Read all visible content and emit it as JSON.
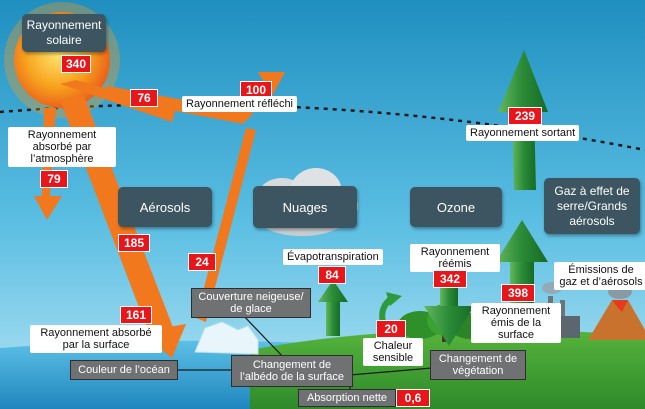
{
  "sun": {
    "title": "Rayonnement solaire",
    "value": "340"
  },
  "reflected": {
    "label": "Rayonnement réfléchi",
    "value_total": "100",
    "value_atmos": "76",
    "value_surface": "24"
  },
  "atmos_absorbed": {
    "label": "Rayonnement absorbé par l’atmosphère",
    "value": "79"
  },
  "to_surface": {
    "value": "185"
  },
  "surface_absorbed": {
    "label": "Rayonnement absorbé par la surface",
    "value": "161"
  },
  "outgoing": {
    "label": "Rayonnement sortant",
    "value": "239"
  },
  "boxes": {
    "aerosols": "Aérosols",
    "clouds": "Nuages",
    "ozone": "Ozone",
    "ghg": "Gaz à effet de serre/Grands aérosols"
  },
  "evapo": {
    "label": "Évapotranspiration",
    "value": "84"
  },
  "reemitted": {
    "label": "Rayonnement réémis",
    "value": "342"
  },
  "surface_emitted": {
    "label": "Rayonnement émis de la surface",
    "value": "398"
  },
  "emissions": {
    "label": "Émissions de gaz et d’aérosols"
  },
  "sensible": {
    "label": "Chaleur sensible",
    "value": "20"
  },
  "grey": {
    "snow": "Couverture neigeuse/ de glace",
    "ocean": "Couleur de l’océan",
    "albedo": "Changement de l’albédo de la surface",
    "vegetation": "Changement de végétation"
  },
  "net": {
    "label": "Absorption nette",
    "value": "0,6"
  },
  "colors": {
    "sky_top": "#1f8fc0",
    "sky_bottom": "#a9def2",
    "ground": "#3a9a2e",
    "ocean": "#2b9ccc",
    "orange_arrow": "#f2781e",
    "green_arrow": "#2f9a3c",
    "badge_red": "#e8151b",
    "dark_box": "#3c5560"
  }
}
